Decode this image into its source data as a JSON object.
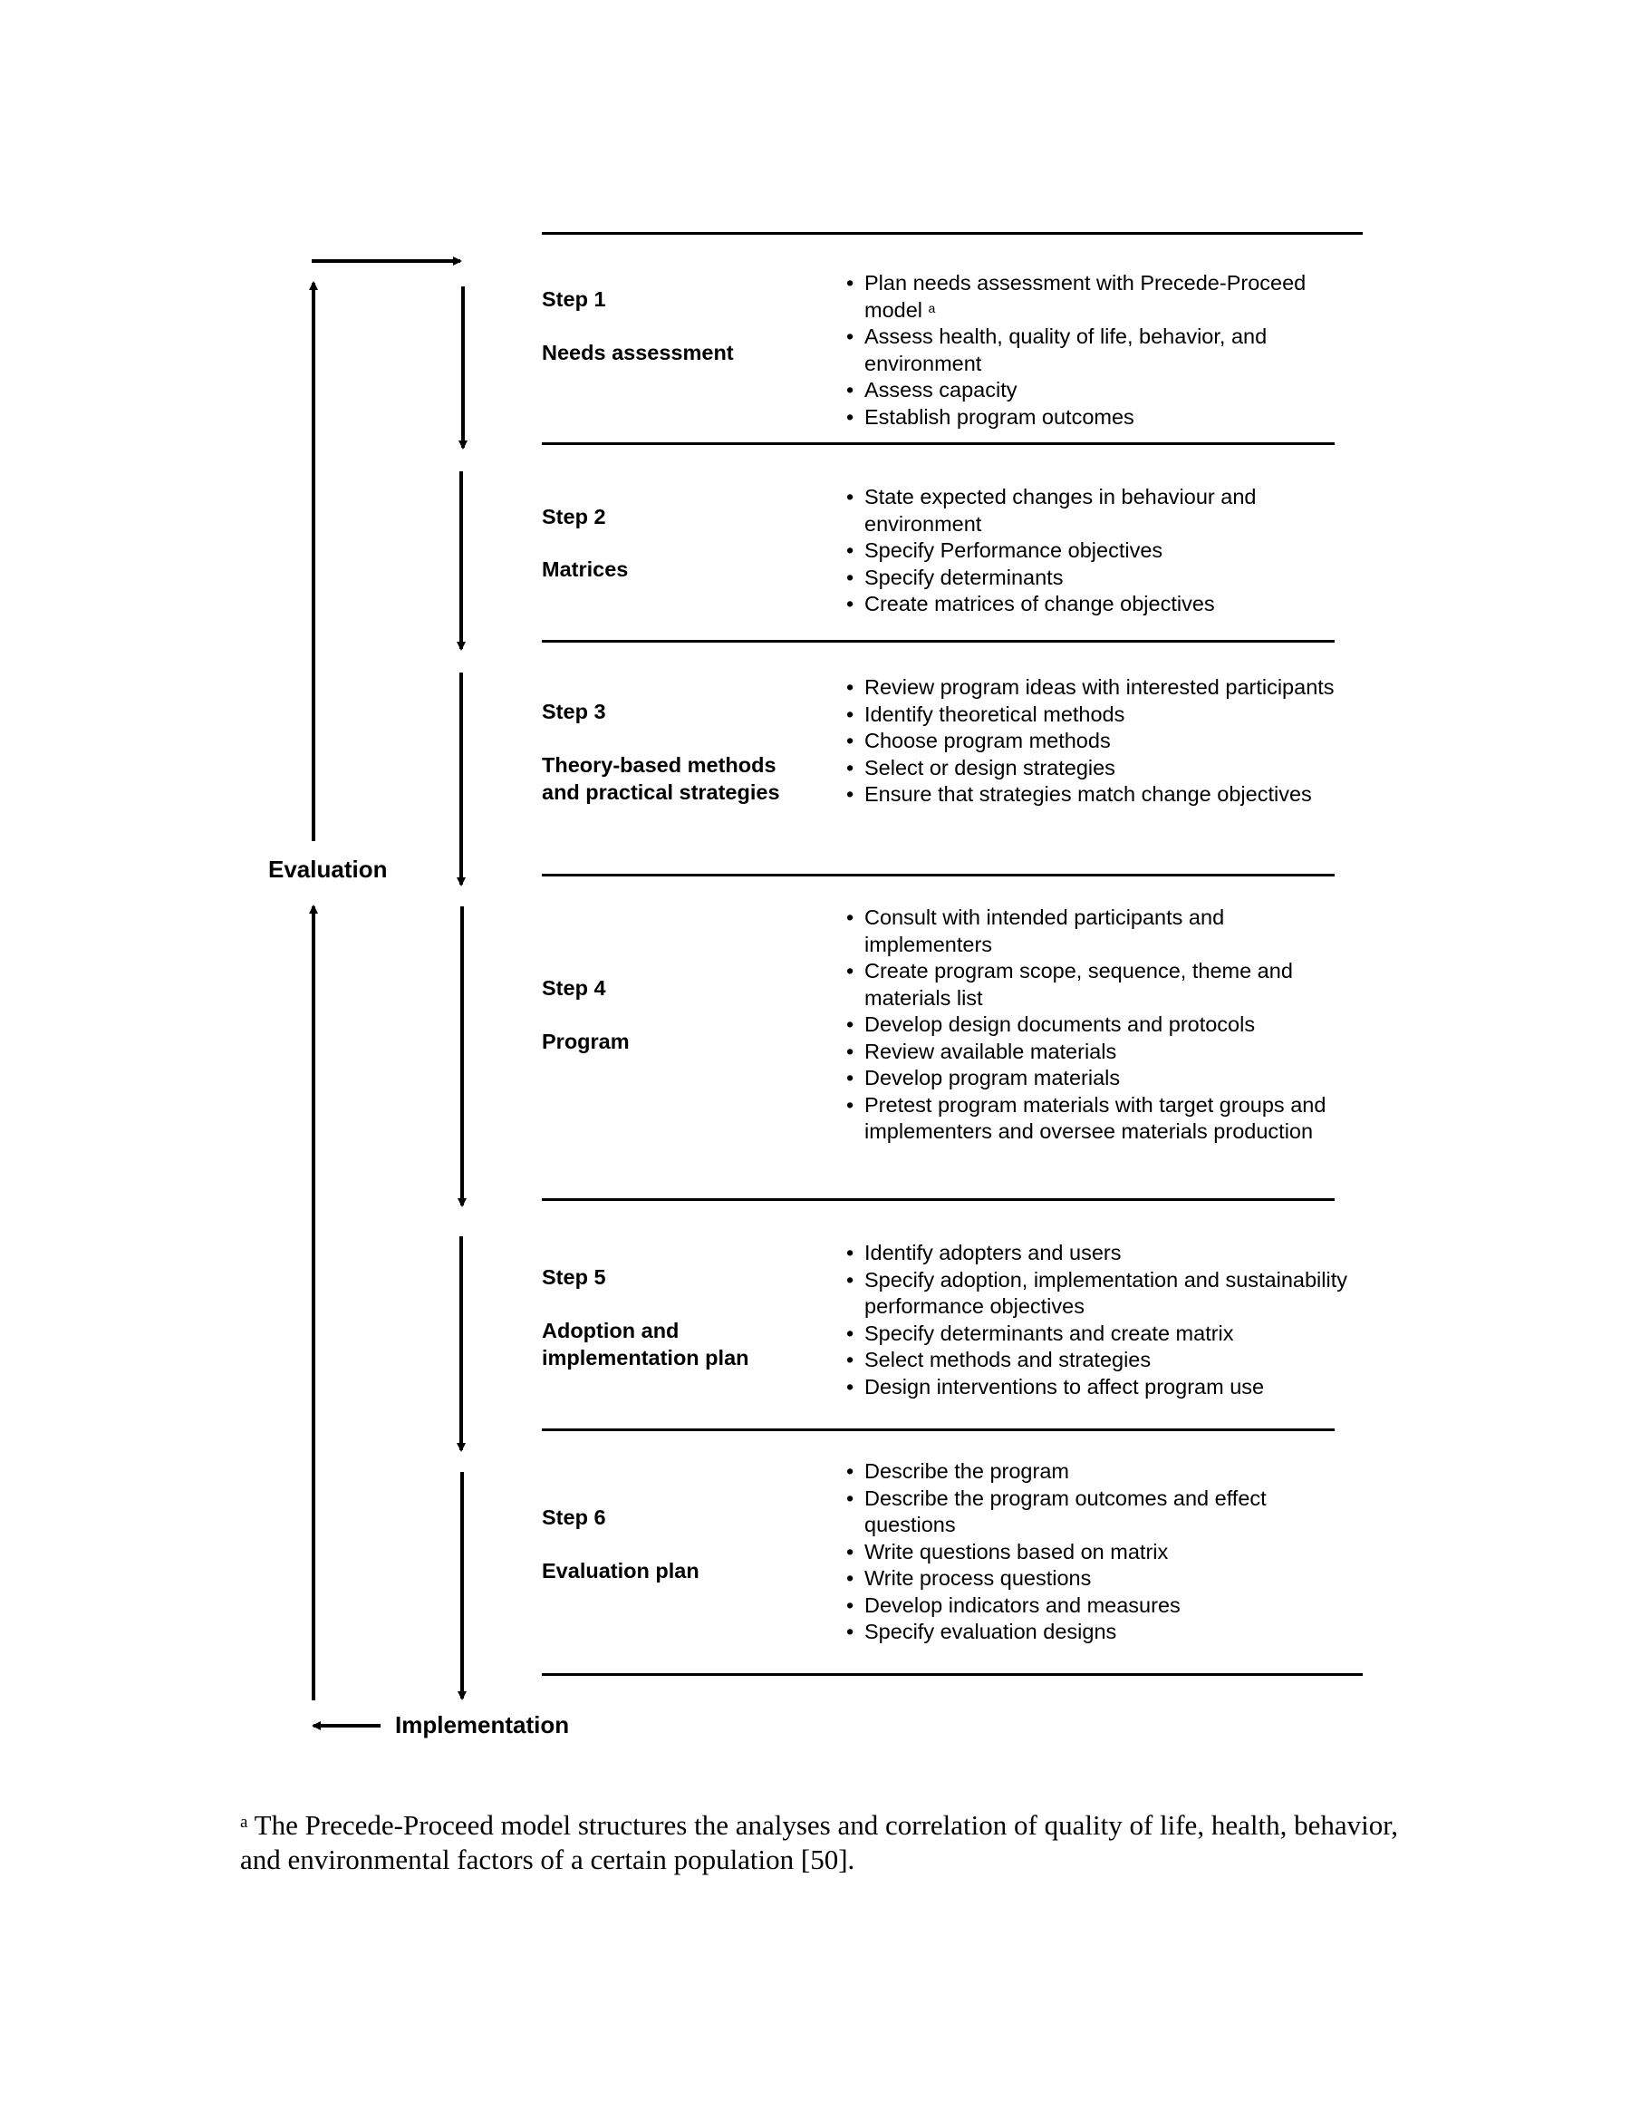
{
  "side_labels": {
    "evaluation": "Evaluation",
    "implementation": "Implementation"
  },
  "steps": [
    {
      "number": "Step 1",
      "title": "Needs assessment",
      "bullets": [
        "Plan needs assessment with Precede-Proceed model",
        "Assess health, quality of life, behavior, and environment",
        "Assess capacity",
        "Establish program outcomes"
      ],
      "footnote_marker": "a"
    },
    {
      "number": "Step 2",
      "title": "Matrices",
      "bullets": [
        "State expected changes in behaviour and environment",
        "Specify Performance objectives",
        "Specify determinants",
        "Create matrices of change objectives"
      ]
    },
    {
      "number": "Step 3",
      "title": "Theory-based methods and practical strategies",
      "bullets": [
        "Review program ideas with interested participants",
        "Identify theoretical methods",
        "Choose program methods",
        "Select or design strategies",
        "Ensure that strategies match change objectives"
      ]
    },
    {
      "number": "Step 4",
      "title": "Program",
      "bullets": [
        "Consult with intended participants and implementers",
        "Create program scope, sequence, theme and materials list",
        "Develop design documents and protocols",
        "Review available materials",
        "Develop program materials",
        "Pretest program materials with target groups and implementers and oversee materials production"
      ]
    },
    {
      "number": "Step 5",
      "title": "Adoption and implementation plan",
      "bullets": [
        "Identify adopters and users",
        "Specify adoption, implementation and sustainability performance objectives",
        "Specify determinants and create matrix",
        "Select methods and strategies",
        "Design interventions to affect program use"
      ]
    },
    {
      "number": "Step 6",
      "title": "Evaluation plan",
      "bullets": [
        "Describe the program",
        "Describe the program outcomes and effect questions",
        "Write questions based on matrix",
        "Write process questions",
        "Develop indicators and measures",
        "Specify evaluation designs"
      ]
    }
  ],
  "footnote": {
    "marker": "a",
    "text": "The Precede-Proceed model structures the analyses and correlation of quality of life, health, behavior, and environmental factors of a certain population [50]."
  }
}
